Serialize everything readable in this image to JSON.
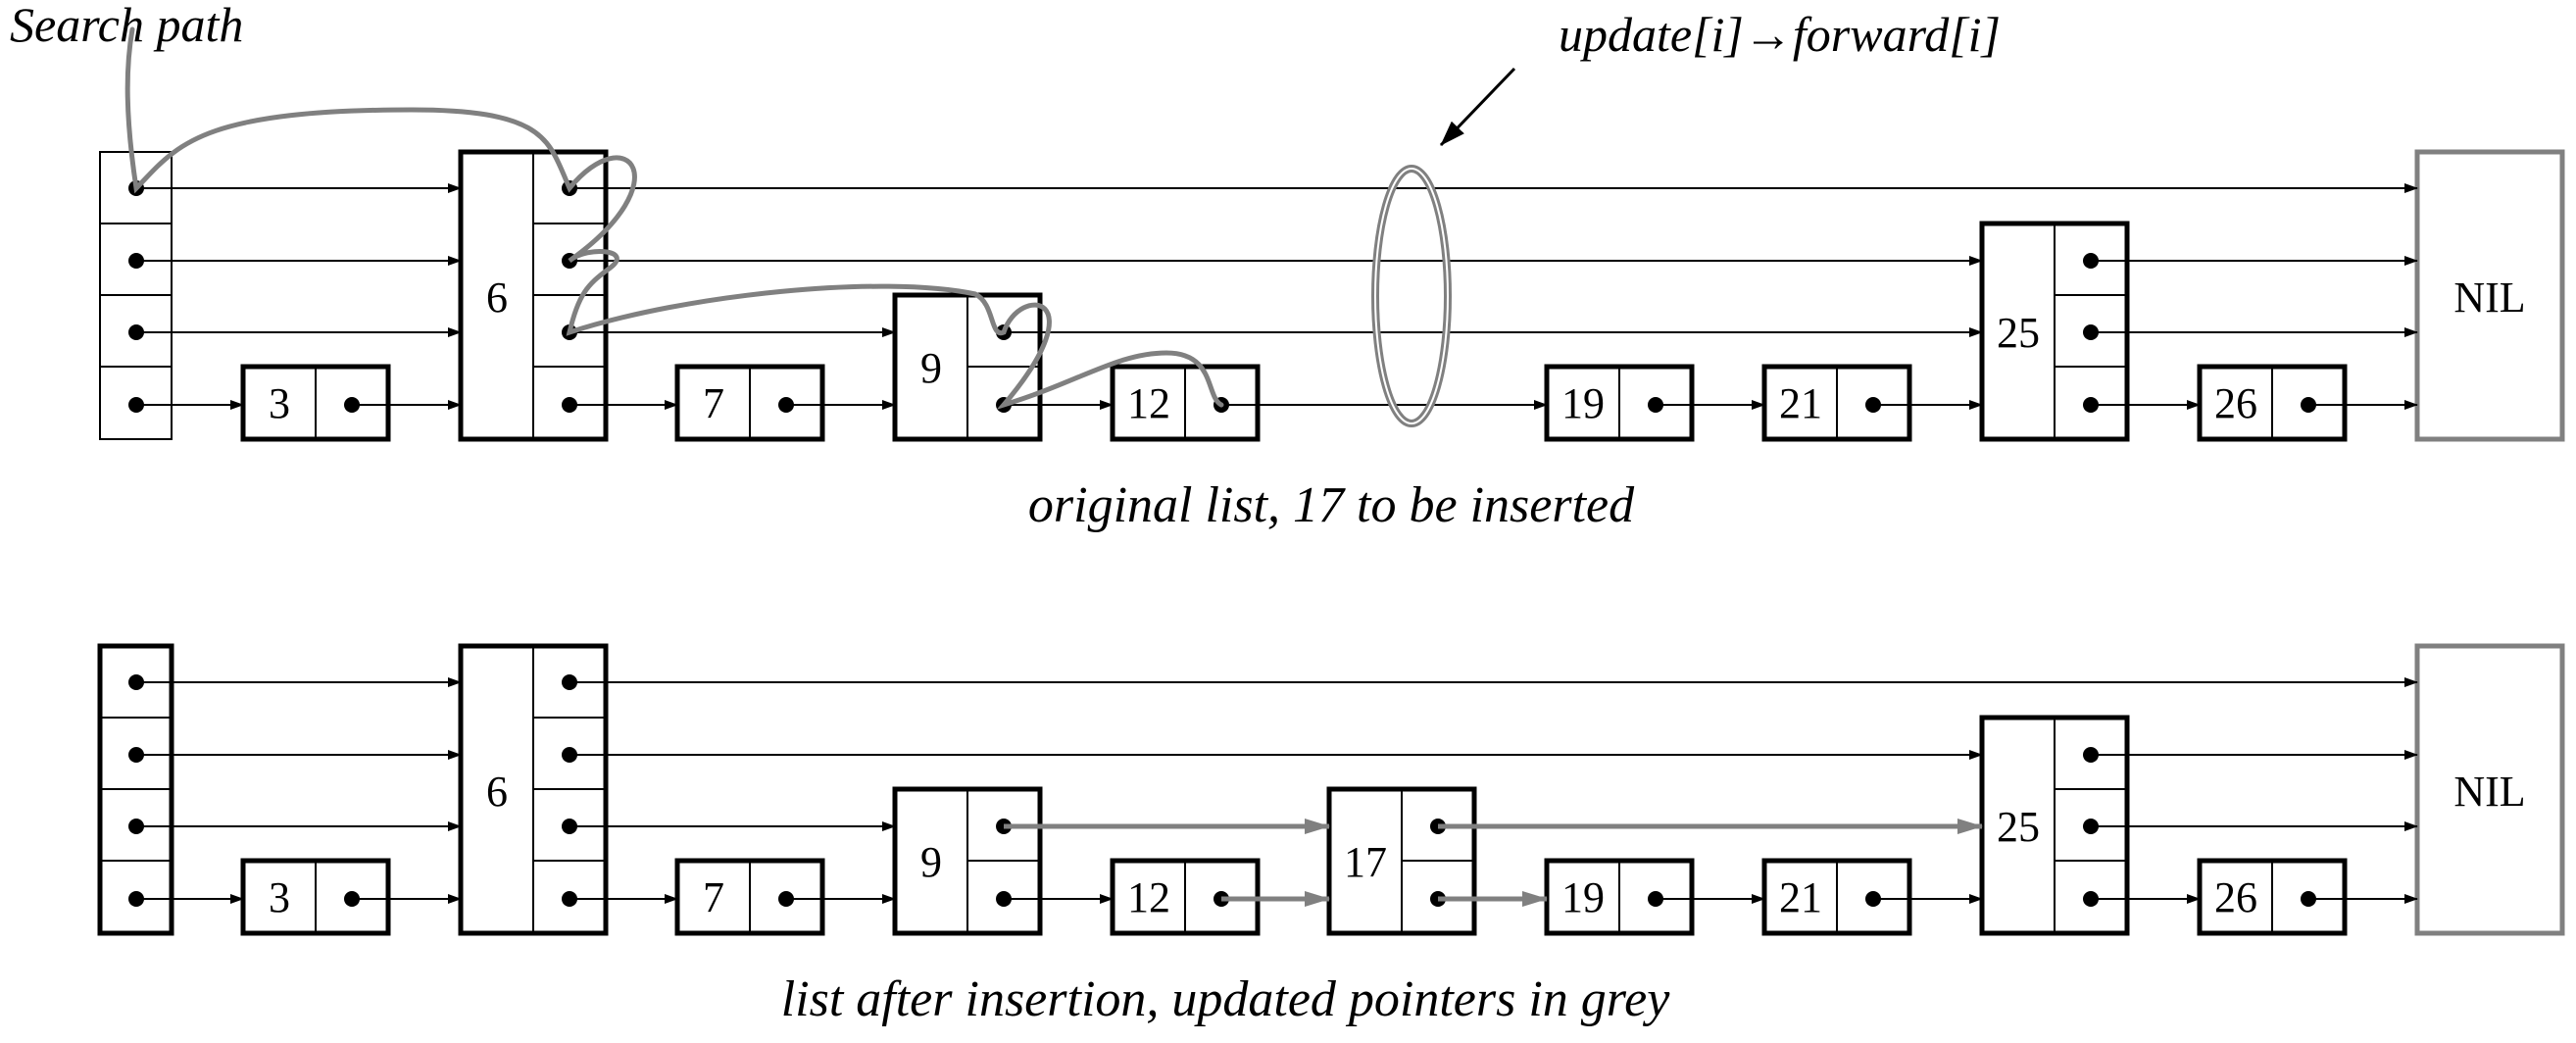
{
  "annotations": {
    "search_path": "Search path",
    "update_pointer": "update[i]→forward[i]"
  },
  "captions": {
    "original": "original list, 17 to be inserted",
    "after": "list after insertion, updated pointers in grey"
  },
  "nil_label": "NIL",
  "colors": {
    "ink": "#000000",
    "grey": "#808080"
  },
  "original_list": [
    {
      "key": "",
      "level": 4,
      "role": "header"
    },
    {
      "key": "3",
      "level": 1
    },
    {
      "key": "6",
      "level": 4
    },
    {
      "key": "7",
      "level": 1
    },
    {
      "key": "9",
      "level": 2
    },
    {
      "key": "12",
      "level": 1
    },
    {
      "key": "19",
      "level": 1
    },
    {
      "key": "21",
      "level": 1
    },
    {
      "key": "25",
      "level": 3
    },
    {
      "key": "26",
      "level": 1
    }
  ],
  "inserted_list": [
    {
      "key": "",
      "level": 4,
      "role": "header"
    },
    {
      "key": "3",
      "level": 1
    },
    {
      "key": "6",
      "level": 4
    },
    {
      "key": "7",
      "level": 1
    },
    {
      "key": "9",
      "level": 2
    },
    {
      "key": "12",
      "level": 1
    },
    {
      "key": "17",
      "level": 2,
      "role": "inserted"
    },
    {
      "key": "19",
      "level": 1
    },
    {
      "key": "21",
      "level": 1
    },
    {
      "key": "25",
      "level": 3
    },
    {
      "key": "26",
      "level": 1
    }
  ]
}
